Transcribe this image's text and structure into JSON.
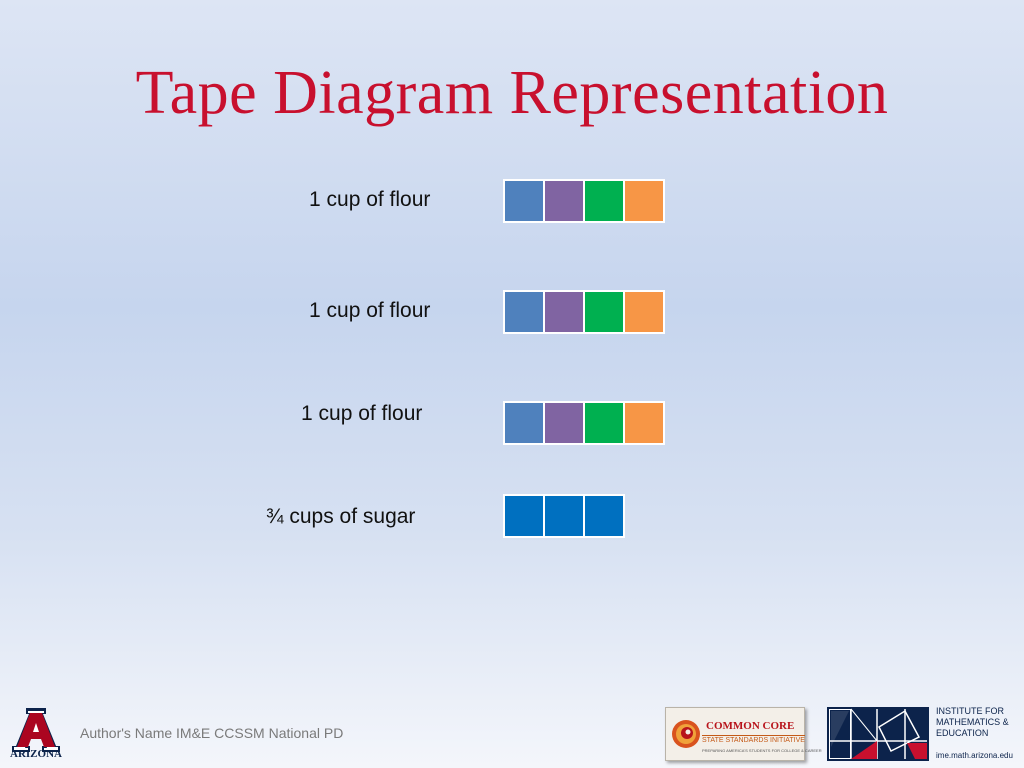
{
  "slide": {
    "title": "Tape Diagram Representation"
  },
  "rows": [
    {
      "label": "1 cup of flour",
      "segments": 4,
      "colors": [
        "#4f81bd",
        "#8064a2",
        "#00b050",
        "#f79646"
      ]
    },
    {
      "label": "1 cup of flour",
      "segments": 4,
      "colors": [
        "#4f81bd",
        "#8064a2",
        "#00b050",
        "#f79646"
      ]
    },
    {
      "label": "1 cup of flour",
      "segments": 4,
      "colors": [
        "#4f81bd",
        "#8064a2",
        "#00b050",
        "#f79646"
      ]
    },
    {
      "label": "¾ cups of sugar",
      "segments": 3,
      "colors": [
        "#0070c0",
        "#0070c0",
        "#0070c0"
      ]
    }
  ],
  "footer": {
    "text": "Author's Name IM&E CCSSM National PD",
    "ua_logo_label": "ARIZONA",
    "common_core": {
      "title": "COMMON CORE",
      "subtitle": "STATE STANDARDS INITIATIVE",
      "tagline": "PREPARING AMERICA'S STUDENTS FOR COLLEGE & CAREER"
    },
    "ime": {
      "lines": [
        "INSTITUTE FOR",
        "MATHEMATICS &",
        "EDUCATION"
      ],
      "url": "ime.math.arizona.edu"
    }
  },
  "colors": {
    "title": "#c8102e",
    "ua_navy": "#0c234b",
    "ua_red": "#ab0520"
  }
}
